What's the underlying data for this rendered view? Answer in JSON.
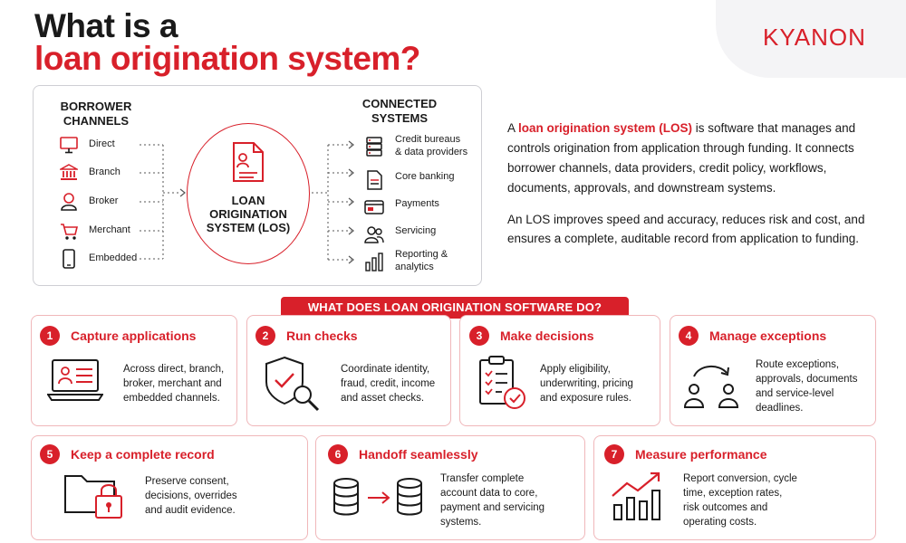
{
  "title": {
    "line1": "What is a",
    "line2": "loan origination system?"
  },
  "brand": {
    "logo": "KYANON",
    "accent": "#d8202a"
  },
  "diagram": {
    "channels_heading": "BORROWER\nCHANNELS",
    "systems_heading": "CONNECTED\nSYSTEMS",
    "channels": [
      {
        "label": "Direct",
        "icon": "monitor-icon"
      },
      {
        "label": "Branch",
        "icon": "bank-icon"
      },
      {
        "label": "Broker",
        "icon": "person-icon"
      },
      {
        "label": "Merchant",
        "icon": "cart-icon"
      },
      {
        "label": "Embedded",
        "icon": "phone-icon"
      }
    ],
    "center": "LOAN\nORIGINATION\nSYSTEM (LOS)",
    "systems": [
      {
        "label": "Credit bureaus\n& data providers",
        "icon": "database-icon"
      },
      {
        "label": "Core banking",
        "icon": "document-icon"
      },
      {
        "label": "Payments",
        "icon": "card-icon"
      },
      {
        "label": "Servicing",
        "icon": "people-icon"
      },
      {
        "label": "Reporting &\nanalytics",
        "icon": "bar-chart-icon"
      }
    ]
  },
  "intro": {
    "p1_a": "A ",
    "p1_hl": "loan origination system (LOS)",
    "p1_b": " is software that manages and controls origination from application through funding. It connects borrower channels, data providers, credit policy, workflows, documents, approvals, and downstream systems.",
    "p2": "An LOS improves speed and accuracy, reduces risk and cost, and ensures a complete, auditable record from application to funding."
  },
  "banner": "WHAT DOES LOAN ORIGINATION SOFTWARE DO?",
  "cards": [
    {
      "num": "1",
      "title": "Capture applications",
      "desc": "Across direct, branch,\nbroker, merchant and\nembedded channels.",
      "icon": "laptop-form-icon"
    },
    {
      "num": "2",
      "title": "Run checks",
      "desc": "Coordinate identity,\nfraud, credit, income\nand asset checks.",
      "icon": "shield-search-icon"
    },
    {
      "num": "3",
      "title": "Make decisions",
      "desc": "Apply eligibility,\nunderwriting, pricing\nand exposure rules.",
      "icon": "clipboard-check-icon"
    },
    {
      "num": "4",
      "title": "Manage exceptions",
      "desc": "Route exceptions,\napprovals, documents\nand service-level\ndeadlines.",
      "icon": "route-people-icon"
    },
    {
      "num": "5",
      "title": "Keep a complete record",
      "desc": "Preserve consent,\ndecisions, overrides\nand audit evidence.",
      "icon": "folder-lock-icon"
    },
    {
      "num": "6",
      "title": "Handoff seamlessly",
      "desc": "Transfer complete\naccount data to core,\npayment and servicing\nsystems.",
      "icon": "database-transfer-icon"
    },
    {
      "num": "7",
      "title": "Measure performance",
      "desc": "Report conversion, cycle\ntime, exception rates,\nrisk outcomes and\noperating costs.",
      "icon": "growth-chart-icon"
    }
  ]
}
